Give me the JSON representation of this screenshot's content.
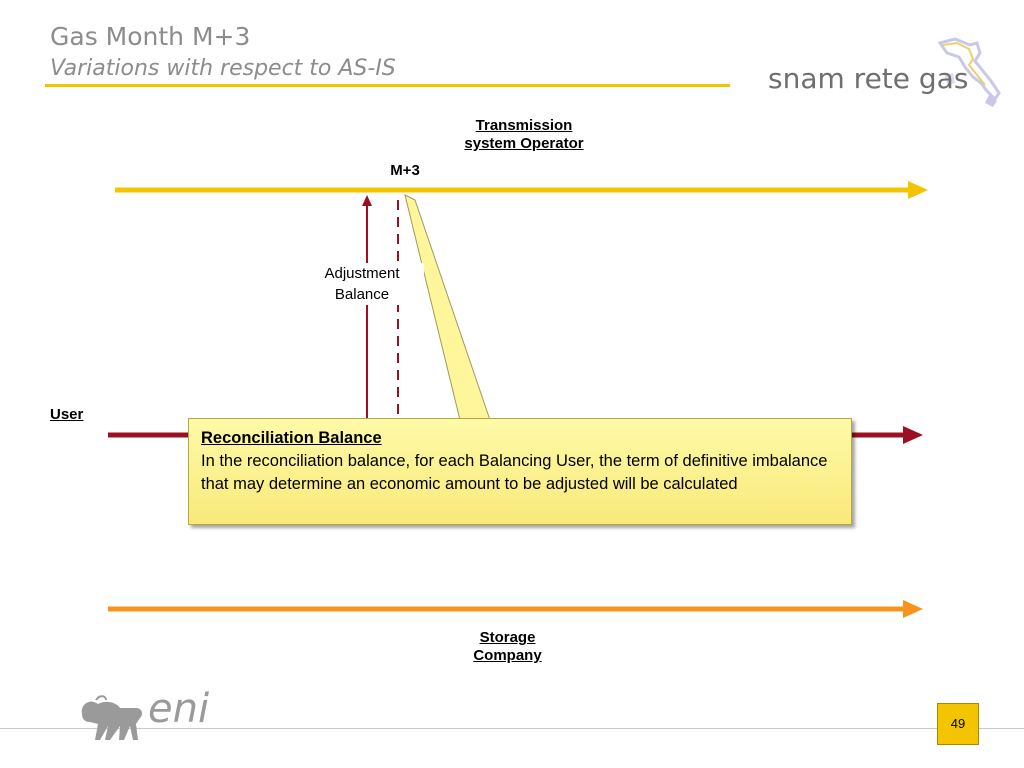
{
  "header": {
    "title": "Gas Month M+3",
    "subtitle": "Variations with respect to AS-IS",
    "logo_text": "snam rete gas"
  },
  "diagram": {
    "tso_label": "Transmission\nsystem Operator",
    "m3_label": "M+3",
    "adjustment_label": "Adjustment\nBalance",
    "user_label": "User",
    "storage_label": "Storage\nCompany",
    "colors": {
      "tso_line": "#f5c400",
      "user_line": "#9b1022",
      "storage_line": "#f7941d",
      "callout_fill": "#fff59a"
    }
  },
  "callout": {
    "heading": "Reconciliation Balance",
    "body": "In the reconciliation balance, for each Balancing User, the term of definitive imbalance that may determine an economic amount to be adjusted will be calculated"
  },
  "footer": {
    "page_number": "49",
    "eni_logo_text": "eni"
  }
}
